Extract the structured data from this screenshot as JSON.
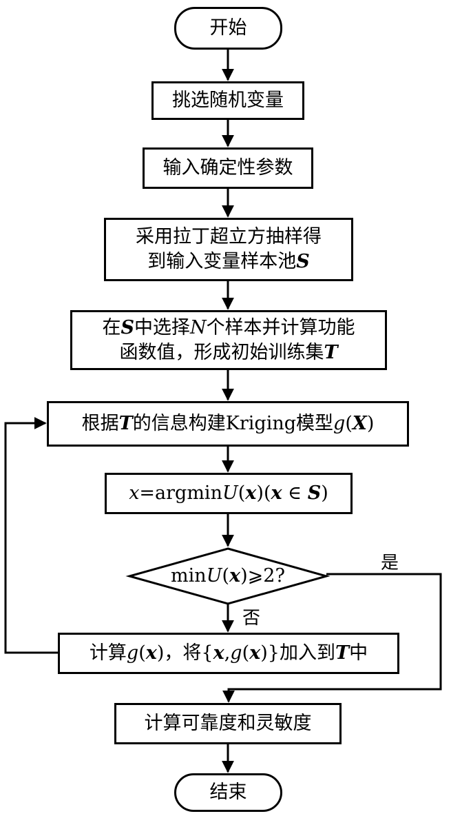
{
  "nodes": {
    "start": "开始",
    "select_vars": "挑选随机变量",
    "input_params": "输入确定性参数",
    "lhs": {
      "line1": "采用拉丁超立方抽样得",
      "line2_pre": "到输入变量样本池",
      "line2_sym": "S"
    },
    "select_n": {
      "l1_a": "在",
      "l1_S": "S",
      "l1_b": "中选择",
      "l1_N": "N",
      "l1_c": "个样本并计算功能",
      "l2_a": "函数值，形成初始训练集",
      "l2_T": "T"
    },
    "kriging": {
      "a": "根据",
      "T": "T",
      "b": "的信息构建Kriging模型",
      "g": "g",
      "open": "(",
      "X": "X",
      "close": ")"
    },
    "argmin": {
      "x": "x",
      "eq": "=argmin",
      "U": "U",
      "open": "(",
      "xb": "x",
      "close": ")",
      "open2": "(",
      "xb2": "x",
      "in": " ∈ ",
      "S": "S",
      "close2": ")"
    },
    "decision": {
      "min": "min",
      "U": "U",
      "open": "(",
      "xb": "x",
      "close": ")",
      "ge": "⩾2?"
    },
    "compute": {
      "a": "计算",
      "g": "g",
      "open": "(",
      "xb": "x",
      "close": ")，将{",
      "xb2": "x",
      "comma": ",",
      "g2": "g",
      "open2": "(",
      "xb3": "x",
      "close2": ")}加入到",
      "T": "T",
      "end": "中"
    },
    "reliability": "计算可靠度和灵敏度",
    "end": "结束"
  },
  "labels": {
    "yes": "是",
    "no": "否"
  }
}
